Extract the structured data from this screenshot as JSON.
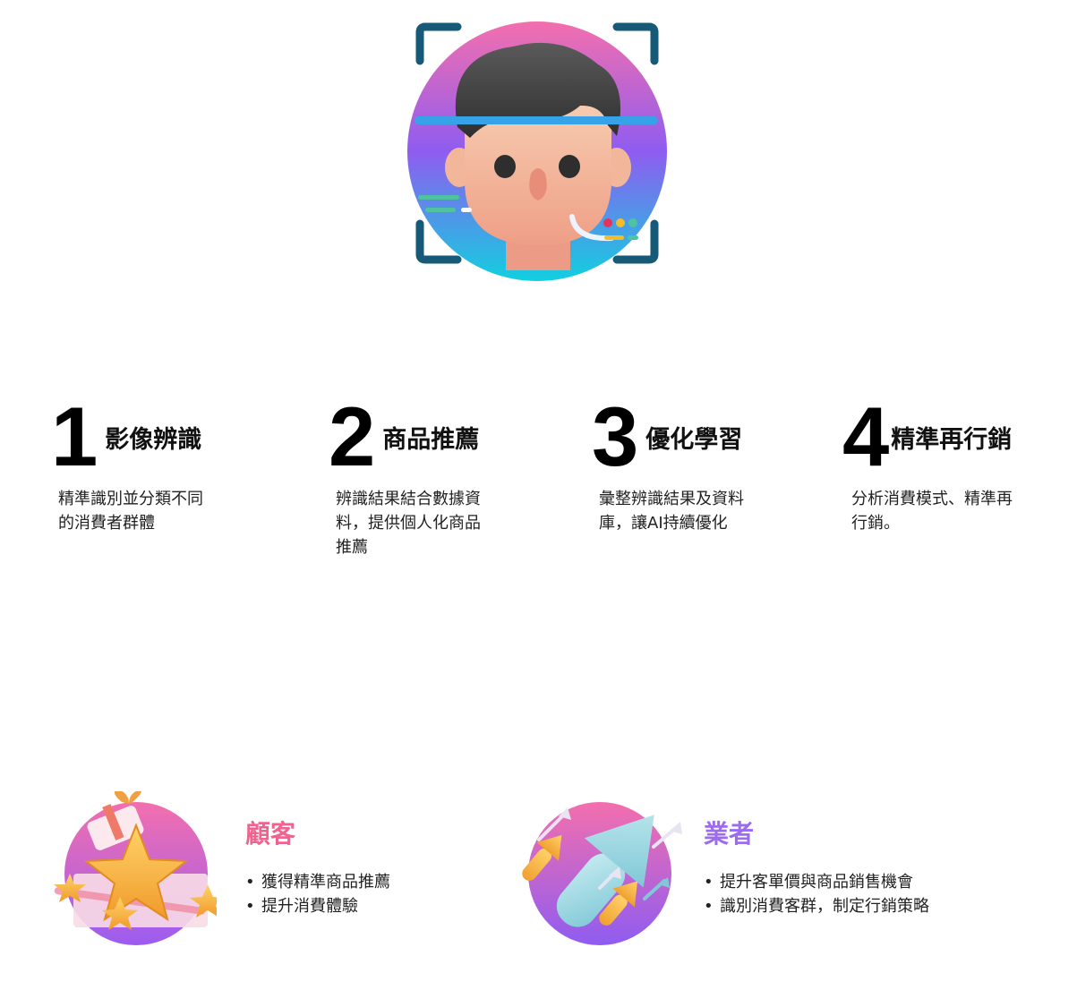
{
  "hero": {
    "icon": "face-scan-icon",
    "colors": {
      "gradient_top": "#f36fae",
      "gradient_mid": "#8f5cf0",
      "gradient_bottom": "#12cfe0",
      "bracket": "#175a77",
      "scan_line": "#36a3e8"
    }
  },
  "steps": [
    {
      "number": "1",
      "title": "影像辨識",
      "desc_lines": [
        "精準識別並分類不同",
        "的消費者群體"
      ]
    },
    {
      "number": "2",
      "title": "商品推薦",
      "desc_lines": [
        "辨識結果結合數據資",
        "料，提供個人化商品",
        "推薦"
      ]
    },
    {
      "number": "3",
      "title": "優化學習",
      "desc_lines": [
        "彙整辨識結果及資料",
        "庫，讓AI持續優化"
      ]
    },
    {
      "number": "4",
      "title": "精準再行銷",
      "desc_lines": [
        "分析消費模式、精準再",
        "行銷。"
      ]
    }
  ],
  "benefits": [
    {
      "title": "顧客",
      "title_color": "#f0628f",
      "icon": "gift-stars-icon",
      "items": [
        "獲得精準商品推薦",
        "提升消費體驗"
      ]
    },
    {
      "title": "業者",
      "title_color": "#9b6cf0",
      "icon": "growth-arrows-icon",
      "items": [
        "提升客單價與商品銷售機會",
        "識別消費客群，制定行銷策略"
      ]
    }
  ]
}
